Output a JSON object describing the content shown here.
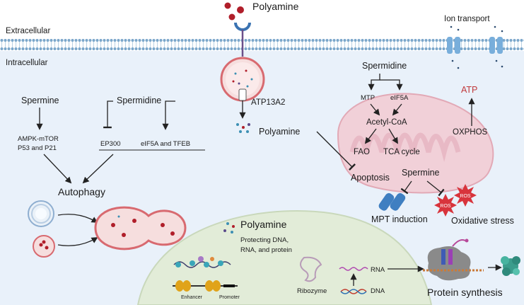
{
  "regions": {
    "extracellular": "Extracellular",
    "intracellular": "Intracellular"
  },
  "labels": {
    "polyamine_top": "Polyamine",
    "ion_transport": "Ion transport",
    "atp13a2": "ATP13A2",
    "polyamine_mid": "Polyamine",
    "apoptosis": "Apoptosis",
    "spermine_left": "Spermine",
    "ampk": "AMPK-mTOR",
    "p53": "P53 and P21",
    "spermidine_left": "Spermidine",
    "ep300": "EP300",
    "eif5a_tfeb": "eIF5A and TFEB",
    "autophagy": "Autophagy",
    "spermidine_right": "Spermidine",
    "mtp": "MTP",
    "eif5a": "eIF5A",
    "acetyl_coa": "Acetyl-CoA",
    "fao": "FAO",
    "tca": "TCA cycle",
    "atp": "ATP",
    "oxphos": "OXPHOS",
    "spermine_right": "Spermine",
    "ros1": "ROS",
    "ros2": "ROS",
    "mpt": "MPT induction",
    "oxidative_stress": "Oxidative stress",
    "polyamine_nucleus": "Polyamine",
    "protecting1": "Protecting DNA,",
    "protecting2": "RNA, and protein",
    "enhancer": "Enhancer",
    "promoter": "Promoter",
    "ribozyme": "Ribozyme",
    "rna": "RNA",
    "dna": "DNA",
    "protein_synthesis": "Protein synthesis"
  },
  "colors": {
    "cytoplasm": "#e9f1fa",
    "membrane": "#8fb6d6",
    "nucleus": "#e2ecd8",
    "mitochondria": "#f1d0d8",
    "polyamine_dot": "#b01e2a",
    "ros": "#d8343c",
    "atp_text": "#c0393b",
    "channel": "#78aedb"
  }
}
